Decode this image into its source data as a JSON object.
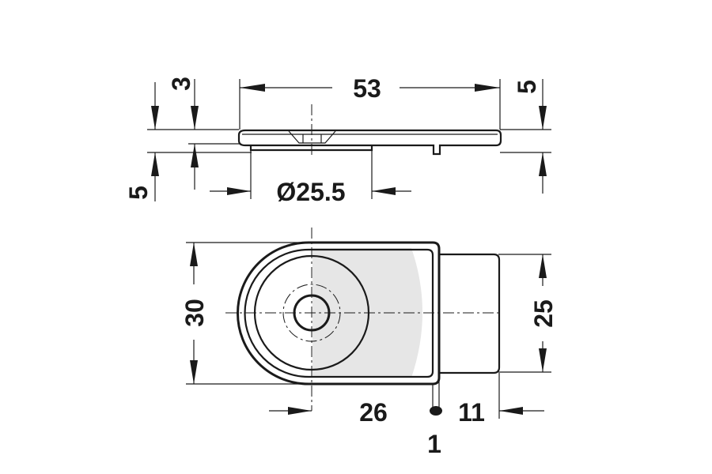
{
  "dimensions": {
    "top_thickness": "3",
    "overall_length": "53",
    "right_height": "5",
    "bottom_thickness": "5",
    "boss_diameter": "Ø25.5",
    "body_height": "30",
    "tongue_height": "25",
    "center_to_edge": "26",
    "tongue_length": "11",
    "slot_width": "1"
  },
  "colors": {
    "line": "#1a1a1a",
    "shade": "#e6e6e6",
    "tongue_fill": "#ebebeb"
  }
}
